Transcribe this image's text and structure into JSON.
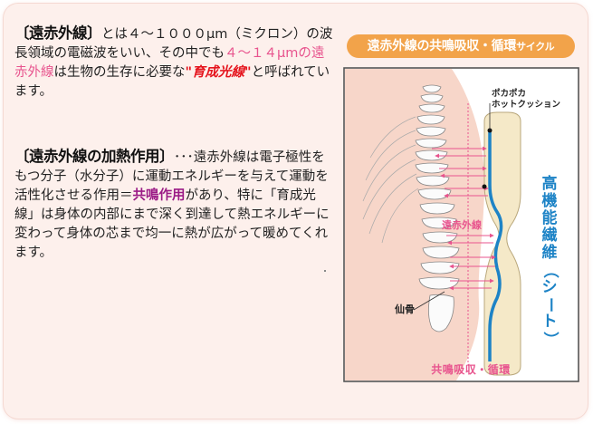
{
  "section1": {
    "lead": "〔遠赤外線〕",
    "text_a": "とは４～１０００μm（ミクロン）の波長領域の電磁波をいい、その中でも",
    "highlight": "４～１４μmの遠赤外線",
    "text_b": "は生物の生存に必要な",
    "emphasis": "\"育成光線\"",
    "text_c": "と呼ばれています。"
  },
  "section2": {
    "lead": "〔遠赤外線の加熱作用〕",
    "text_a": "･･･遠赤外線は電子極性をもつ分子（水分子）に運動エネルギーを与えて運動を活性化させる作用＝",
    "emphasis": "共鳴作用",
    "text_b": "があり、特に「育成光線」は身体の内部にまで深く到達して熱エネルギーに変わって身体の芯まで均一に熱が広がって暖めてくれます。"
  },
  "diagram": {
    "title": "遠赤外線の共鳴吸収・循環",
    "title_suffix": "サイクル",
    "cushion_label_1": "ポカポカ",
    "cushion_label_2": "ホットクッション",
    "far_infrared_label": "遠赤外線",
    "sacrum_label": "仙骨",
    "bottom_label": "共鳴吸収・循環",
    "fiber_label_chars": [
      "高",
      "機",
      "能",
      "繊",
      "維",
      "（",
      "シ",
      "ー",
      "ト",
      "）"
    ],
    "colors": {
      "pill": "#f2a34a",
      "body": "#f7d6c9",
      "cushion": "#f5e9c8",
      "fiber": "#1d83c6",
      "arrows": "#e8548e"
    }
  }
}
